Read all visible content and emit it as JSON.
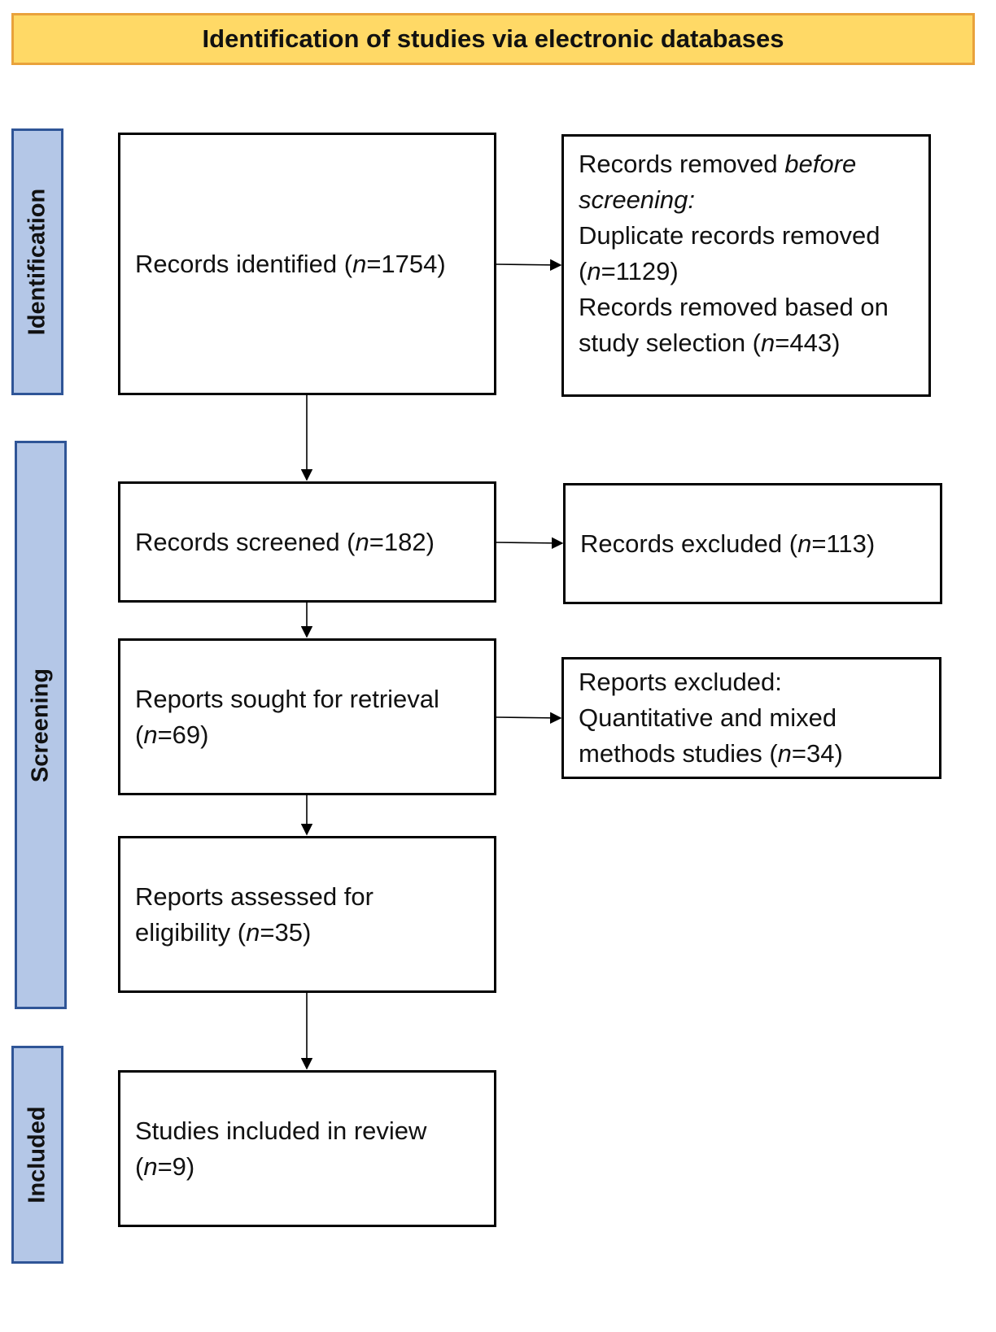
{
  "header": {
    "title": "Identification of studies via electronic databases"
  },
  "phases": {
    "identification": "Identification",
    "screening": "Screening",
    "included": "Included"
  },
  "boxes": {
    "records_identified": {
      "label": "Records identified (",
      "n_symbol": "n",
      "value": "=1754)"
    },
    "records_removed": {
      "line1_pre": "Records removed ",
      "line1_em": "before",
      "line2_em": "screening:",
      "duplicates_label": "Duplicate records removed",
      "duplicates_open": "(",
      "n_symbol": "n",
      "duplicates_value": "=1129)",
      "selection_label1": "Records removed based on",
      "selection_label2": "study selection (",
      "selection_value": "=443)"
    },
    "records_screened": {
      "label": "Records screened (",
      "n_symbol": "n",
      "value": "=182)"
    },
    "records_excluded": {
      "label": "Records excluded (",
      "n_symbol": "n",
      "value": "=113)"
    },
    "reports_sought": {
      "line1": "Reports sought for retrieval",
      "line2_open": "(",
      "n_symbol": "n",
      "value": "=69)"
    },
    "reports_excluded": {
      "line1": "Reports excluded:",
      "line2": "Quantitative and mixed",
      "line3": "methods studies (",
      "n_symbol": "n",
      "value": "=34)"
    },
    "reports_assessed": {
      "line1": "Reports assessed for",
      "line2": "eligibility (",
      "n_symbol": "n",
      "value": "=35)"
    },
    "studies_included": {
      "line1": "Studies included in review",
      "line2_open": "(",
      "n_symbol": "n",
      "value": "=9)"
    }
  }
}
